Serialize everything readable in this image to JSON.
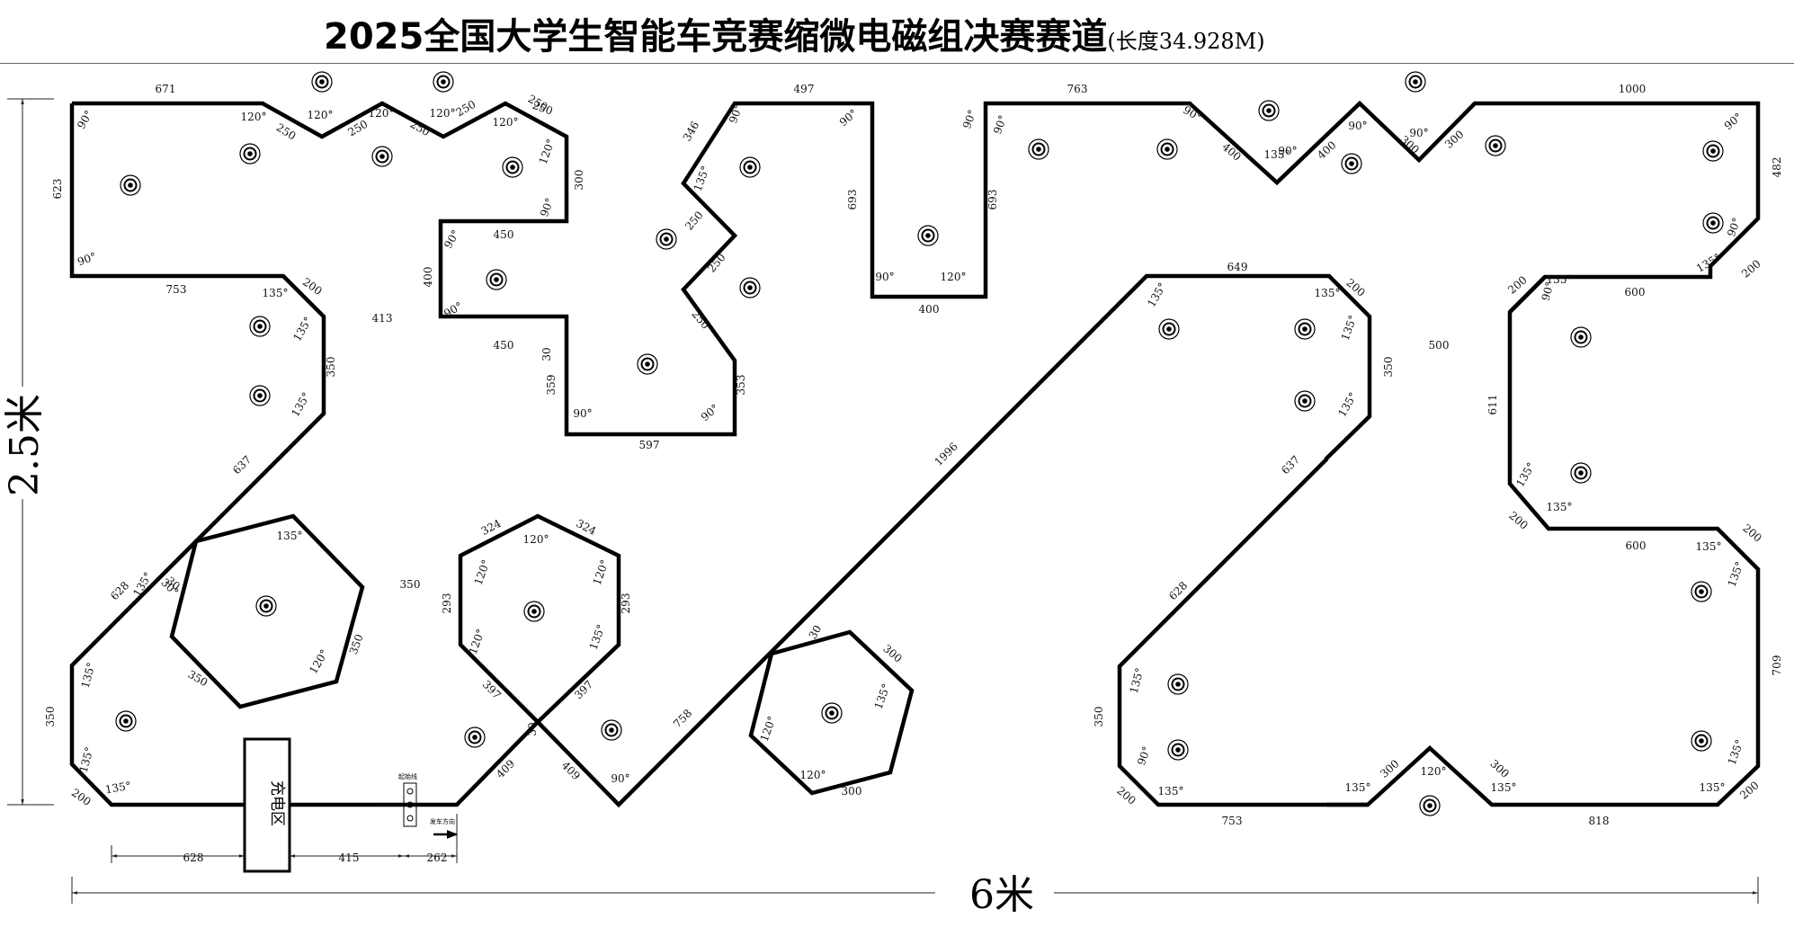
{
  "header": {
    "title": "2025全国大学生智能车竞赛缩微电磁组决赛赛道",
    "subtitle": "(长度34.928M)"
  },
  "overall": {
    "width_label": "6米",
    "height_label": "2.5米"
  },
  "charging_area": {
    "label": "充电区"
  },
  "start_marks": {
    "label_top": "起始线",
    "label_bottom": "发车方向"
  },
  "track_color": "#000000",
  "dimensions": [
    {
      "text": "671"
    },
    {
      "text": "623"
    },
    {
      "text": "753"
    },
    {
      "text": "250"
    },
    {
      "text": "250"
    },
    {
      "text": "250"
    },
    {
      "text": "250"
    },
    {
      "text": "250"
    },
    {
      "text": "250"
    },
    {
      "text": "300"
    },
    {
      "text": "450"
    },
    {
      "text": "400"
    },
    {
      "text": "450"
    },
    {
      "text": "413"
    },
    {
      "text": "200"
    },
    {
      "text": "350"
    },
    {
      "text": "637"
    },
    {
      "text": "628"
    },
    {
      "text": "350"
    },
    {
      "text": "200"
    },
    {
      "text": "628"
    },
    {
      "text": "415"
    },
    {
      "text": "262"
    },
    {
      "text": "359"
    },
    {
      "text": "597"
    },
    {
      "text": "353"
    },
    {
      "text": "346"
    },
    {
      "text": "250"
    },
    {
      "text": "250"
    },
    {
      "text": "250"
    },
    {
      "text": "497"
    },
    {
      "text": "693"
    },
    {
      "text": "400"
    },
    {
      "text": "693"
    },
    {
      "text": "763"
    },
    {
      "text": "400"
    },
    {
      "text": "400"
    },
    {
      "text": "300"
    },
    {
      "text": "300"
    },
    {
      "text": "1000"
    },
    {
      "text": "482"
    },
    {
      "text": "200"
    },
    {
      "text": "600"
    },
    {
      "text": "200"
    },
    {
      "text": "611"
    },
    {
      "text": "200"
    },
    {
      "text": "600"
    },
    {
      "text": "200"
    },
    {
      "text": "709"
    },
    {
      "text": "200"
    },
    {
      "text": "818"
    },
    {
      "text": "300"
    },
    {
      "text": "300"
    },
    {
      "text": "753"
    },
    {
      "text": "200"
    },
    {
      "text": "350"
    },
    {
      "text": "628"
    },
    {
      "text": "637"
    },
    {
      "text": "350"
    },
    {
      "text": "200"
    },
    {
      "text": "649"
    },
    {
      "text": "500"
    },
    {
      "text": "1996"
    },
    {
      "text": "758"
    },
    {
      "text": "409"
    },
    {
      "text": "409"
    },
    {
      "text": "397"
    },
    {
      "text": "397"
    },
    {
      "text": "324"
    },
    {
      "text": "324"
    },
    {
      "text": "293"
    },
    {
      "text": "293"
    },
    {
      "text": "350"
    },
    {
      "text": "350"
    },
    {
      "text": "350"
    },
    {
      "text": "300"
    },
    {
      "text": "300"
    },
    {
      "text": "30"
    },
    {
      "text": "30"
    },
    {
      "text": "30"
    },
    {
      "text": "30"
    }
  ],
  "angles": [
    {
      "text": "90°"
    },
    {
      "text": "90°"
    },
    {
      "text": "135°"
    },
    {
      "text": "135°"
    },
    {
      "text": "135°"
    },
    {
      "text": "135°"
    },
    {
      "text": "135°"
    },
    {
      "text": "135°"
    },
    {
      "text": "120°"
    },
    {
      "text": "120°"
    },
    {
      "text": "120°"
    },
    {
      "text": "120°"
    },
    {
      "text": "120°"
    },
    {
      "text": "120°"
    },
    {
      "text": "90°"
    },
    {
      "text": "90°"
    },
    {
      "text": "90°"
    },
    {
      "text": "90°"
    },
    {
      "text": "90°"
    },
    {
      "text": "90°"
    },
    {
      "text": "90°"
    },
    {
      "text": "135°"
    },
    {
      "text": "90°"
    },
    {
      "text": "120°"
    },
    {
      "text": "90°"
    },
    {
      "text": "90°"
    },
    {
      "text": "90°"
    },
    {
      "text": "135°"
    },
    {
      "text": "90°"
    },
    {
      "text": "90°"
    },
    {
      "text": "90°"
    },
    {
      "text": "90°"
    },
    {
      "text": "135°"
    },
    {
      "text": "90°"
    },
    {
      "text": "135°"
    },
    {
      "text": "135°"
    },
    {
      "text": "135°"
    },
    {
      "text": "135°"
    },
    {
      "text": "135°"
    },
    {
      "text": "135°"
    },
    {
      "text": "135°"
    },
    {
      "text": "135°"
    },
    {
      "text": "135°"
    },
    {
      "text": "135°"
    },
    {
      "text": "90°"
    },
    {
      "text": "135°"
    },
    {
      "text": "135°"
    },
    {
      "text": "135°"
    },
    {
      "text": "135°"
    },
    {
      "text": "135°"
    },
    {
      "text": "135°"
    },
    {
      "text": "135°"
    },
    {
      "text": "120°"
    },
    {
      "text": "120°"
    },
    {
      "text": "120°"
    },
    {
      "text": "120°"
    },
    {
      "text": "120°"
    },
    {
      "text": "135°"
    },
    {
      "text": "135°"
    },
    {
      "text": "120°"
    },
    {
      "text": "120°"
    },
    {
      "text": "120°"
    },
    {
      "text": "90°"
    },
    {
      "text": "30°"
    },
    {
      "text": "90°"
    }
  ]
}
